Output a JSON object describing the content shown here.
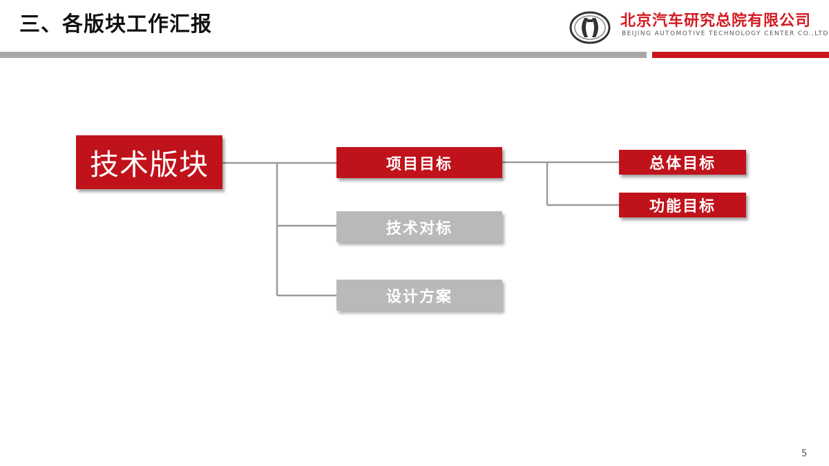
{
  "header": {
    "title": "三、各版块工作汇报",
    "logo": {
      "icon": "baic-emblem-icon",
      "name_cn": "北京汽车研究总院有限公司",
      "name_en": "BEIJING AUTOMOTIVE TECHNOLOGY CENTER CO.,LTD."
    }
  },
  "diagram": {
    "root": "技术版块",
    "branches": [
      {
        "label": "项目目标",
        "style": "red",
        "children": [
          "总体目标",
          "功能目标"
        ]
      },
      {
        "label": "技术对标",
        "style": "gray",
        "children": []
      },
      {
        "label": "设计方案",
        "style": "gray",
        "children": []
      }
    ]
  },
  "colors": {
    "accent_red": "#c0121b",
    "inactive_gray": "#b9b9b9",
    "connector": "#9a9a9a"
  },
  "footer": {
    "page_number": "5"
  }
}
